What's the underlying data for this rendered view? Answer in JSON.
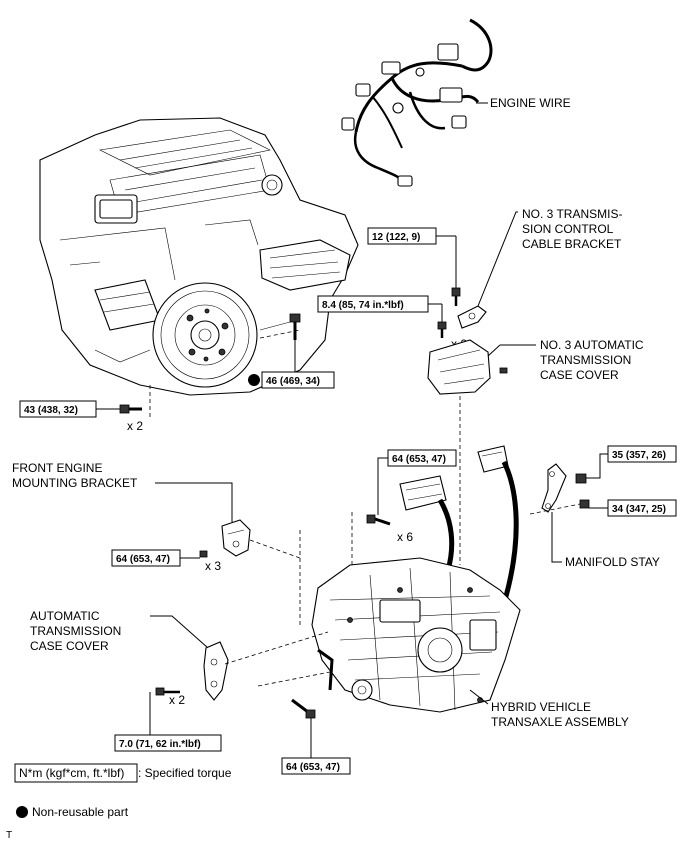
{
  "labels": {
    "engine_wire": "ENGINE WIRE",
    "no3_bracket_l1": "NO. 3 TRANSMIS-",
    "no3_bracket_l2": "SION CONTROL",
    "no3_bracket_l3": "CABLE BRACKET",
    "no3_cover_l1": "NO. 3 AUTOMATIC",
    "no3_cover_l2": "TRANSMISSION",
    "no3_cover_l3": "CASE COVER",
    "front_mount_l1": "FRONT ENGINE",
    "front_mount_l2": "MOUNTING BRACKET",
    "atm_cover_l1": "AUTOMATIC",
    "atm_cover_l2": "TRANSMISSION",
    "atm_cover_l3": "CASE COVER",
    "manifold_stay": "MANIFOLD STAY",
    "transaxle_l1": "HYBRID VEHICLE",
    "transaxle_l2": "TRANSAXLE ASSEMBLY"
  },
  "torques": {
    "t12": "12 (122, 9)",
    "t84": "8.4 (85, 74 in.*lbf)",
    "t46": "46 (469, 34)",
    "t43": "43 (438, 32)",
    "t64_top": "64 (653, 47)",
    "t35": "35 (357, 26)",
    "t34": "34 (347, 25)",
    "t64_left": "64 (653, 47)",
    "t70": "7.0 (71, 62 in.*lbf)",
    "t64_bottom": "64 (653, 47)"
  },
  "quantities": {
    "q_84": "x 2",
    "q_43": "x 2",
    "q_64_top": "x 6",
    "q_64_left": "x 3",
    "q_70": "x 2"
  },
  "legend": {
    "torque_unit": "N*m (kgf*cm, ft.*lbf)",
    "torque_desc": ": Specified torque",
    "non_reusable": "Non-reusable part"
  },
  "footer_mark": "T"
}
